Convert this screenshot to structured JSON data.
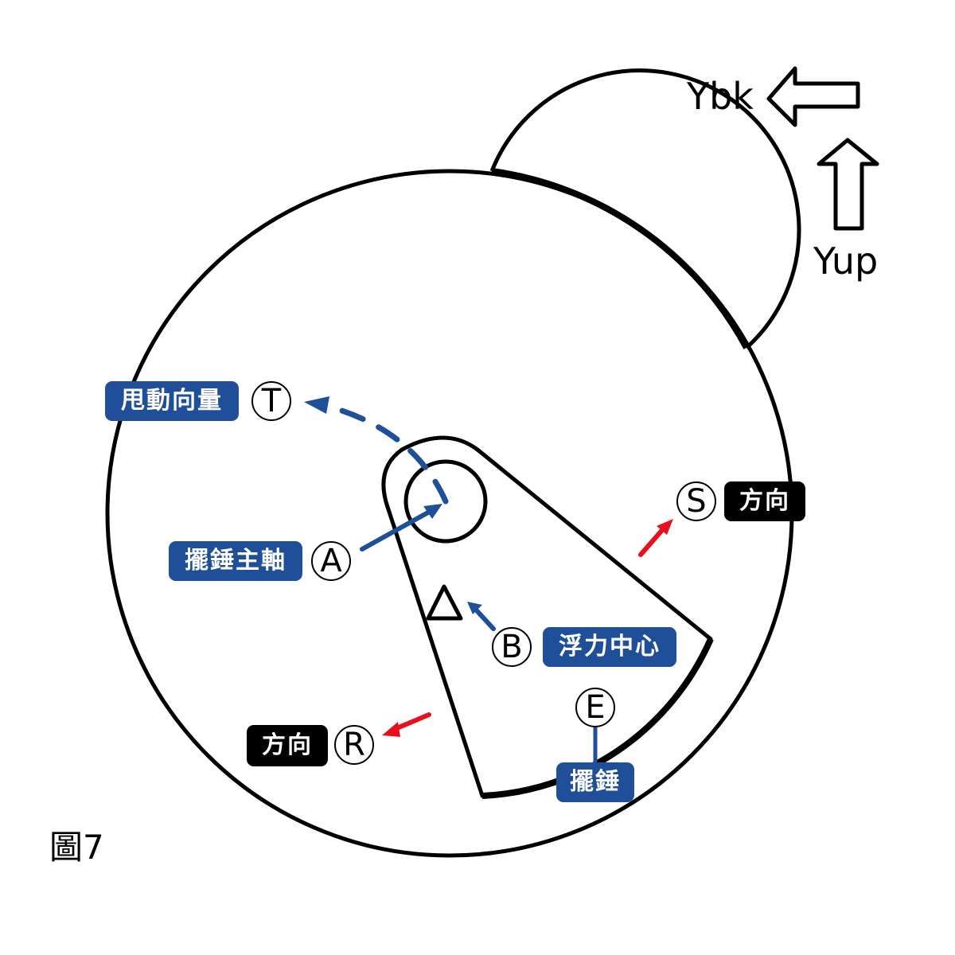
{
  "figure": {
    "caption": "圖7",
    "colors": {
      "label_blue": "#1f4f99",
      "arrow_blue": "#1f4f99",
      "arrow_red": "#e8101c",
      "outline": "#000000"
    }
  },
  "axes": {
    "ybk": "Ybk",
    "yup": "Yup"
  },
  "markers": {
    "T": "T",
    "A": "A",
    "S": "S",
    "B": "B",
    "E": "E",
    "R": "R"
  },
  "labels": {
    "swing_vector": "甩動向量",
    "rotor_axis": "擺錘主軸",
    "direction_s": "方向",
    "buoyancy_center": "浮力中心",
    "rotor": "擺錘",
    "direction_r": "方向"
  },
  "symbols": {
    "buoyancy_marker": "triangle-icon"
  }
}
